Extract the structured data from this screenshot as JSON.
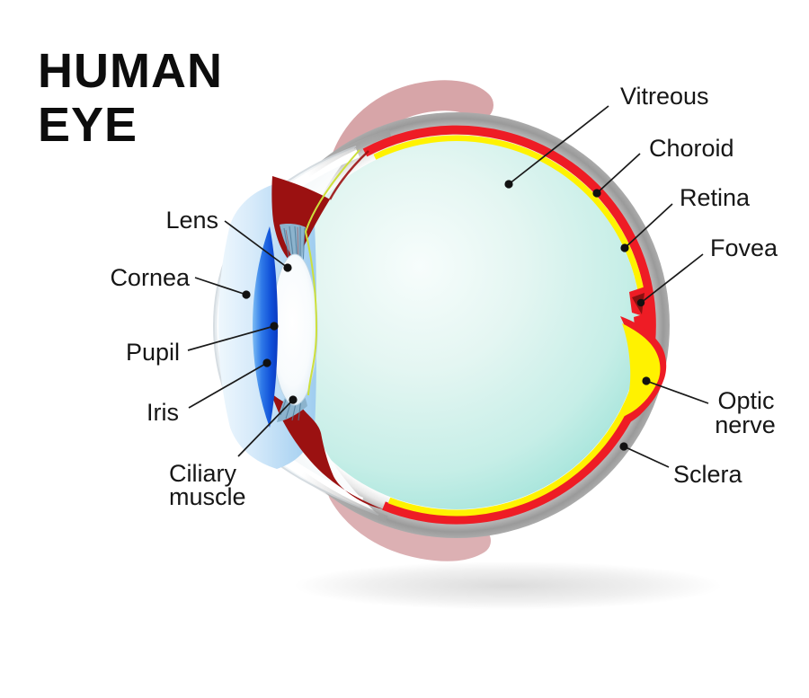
{
  "title": {
    "line1": "HUMAN",
    "line2": "EYE"
  },
  "labels": {
    "vitreous": {
      "text": "Vitreous"
    },
    "choroid": {
      "text": "Choroid"
    },
    "retina": {
      "text": "Retina"
    },
    "fovea": {
      "text": "Fovea"
    },
    "optic_nerve": {
      "line1": "Optic",
      "line2": "nerve"
    },
    "sclera": {
      "text": "Sclera"
    },
    "lens": {
      "text": "Lens"
    },
    "cornea": {
      "text": "Cornea"
    },
    "pupil": {
      "text": "Pupil"
    },
    "iris": {
      "text": "Iris"
    },
    "ciliary_muscle": {
      "line1": "Ciliary",
      "line2": "muscle"
    }
  },
  "colors": {
    "choroid_red": "#ee1c25",
    "retina_yellow": "#fff200",
    "vitreous_teal": "#bfe9e2",
    "sclera_gray": "#a8a8a8",
    "iris_blue": "#1b63e2",
    "ciliary_dark_red": "#9b1111",
    "eye_muscle_pink": "#d7a5a8",
    "fovea_maroon": "#8b1010",
    "label_text": "#161616"
  }
}
